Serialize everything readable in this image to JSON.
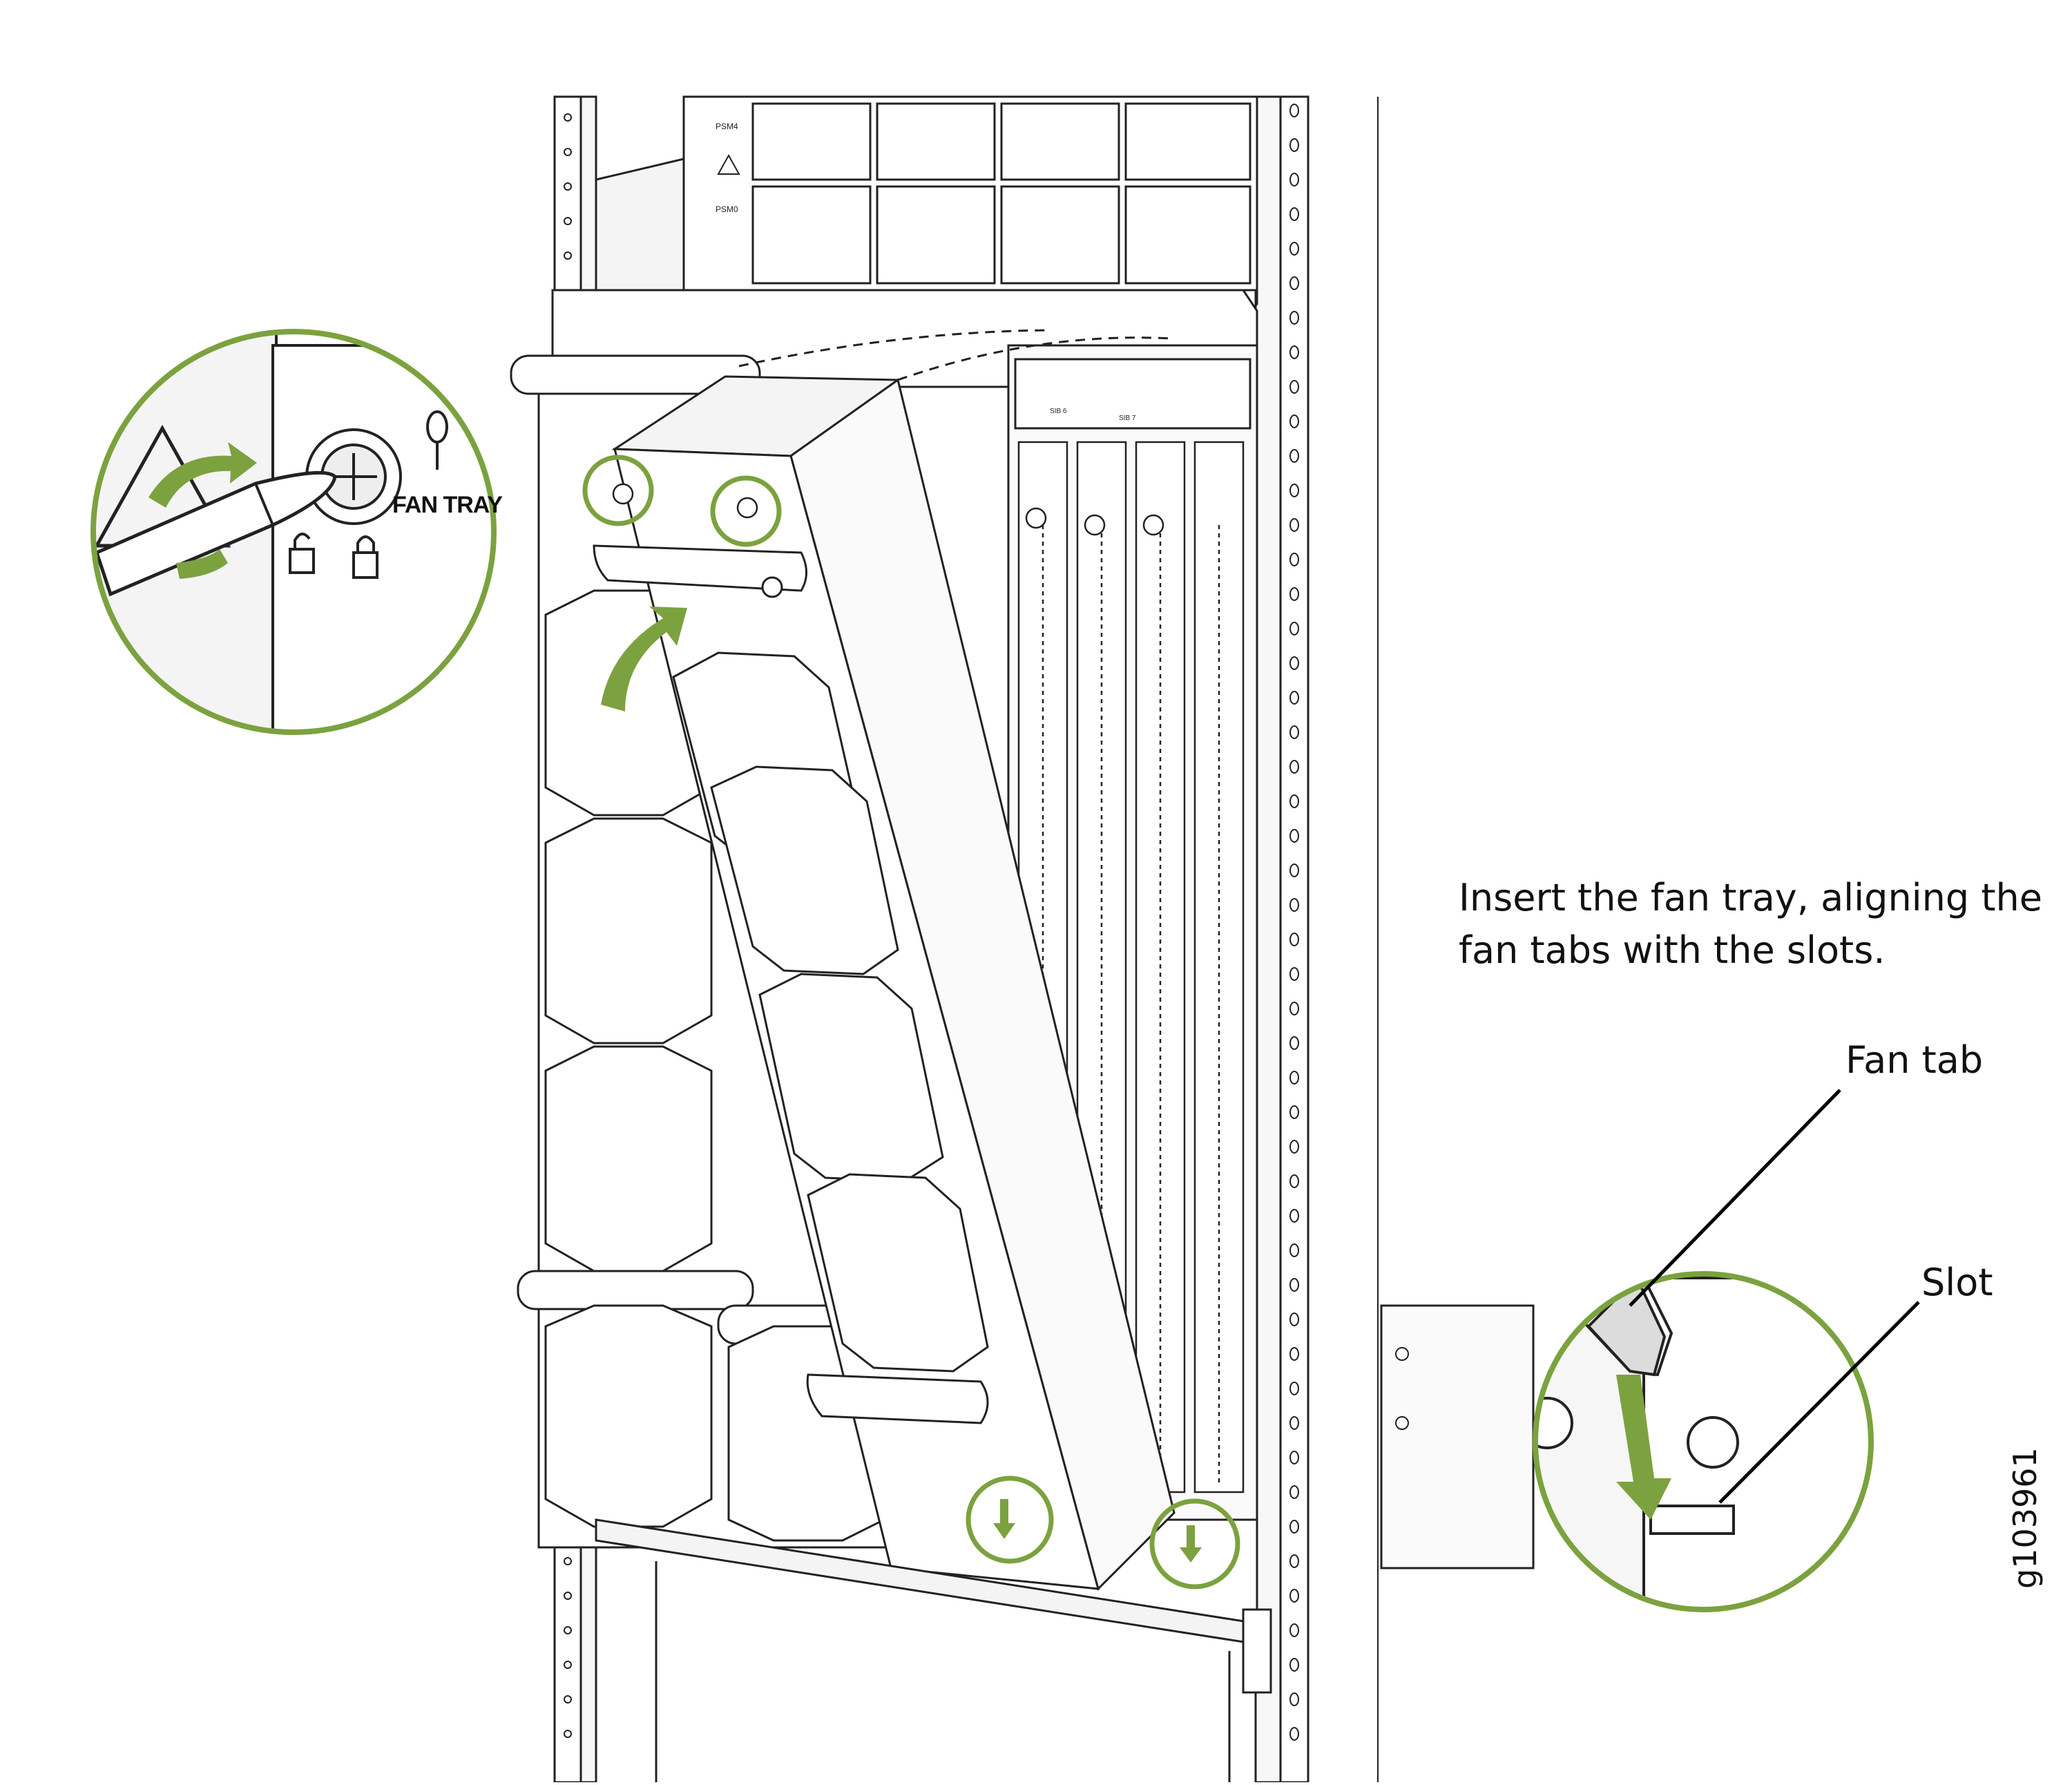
{
  "callout_text": {
    "instruction_line1": "Insert the fan tray, aligning the",
    "instruction_line2": "fan tabs with the slots.",
    "fan_tab": "Fan tab",
    "slot": "Slot",
    "figure_id": "g103961"
  },
  "panel_labels": {
    "fan_tray": "FAN TRAY",
    "psm4": "PSM4",
    "psm0": "PSM0",
    "sib6": "SIB 6",
    "sib7": "SIB 7"
  },
  "colors": {
    "accent_green": "#7ba23f",
    "line": "#222222",
    "fill_light": "#f4f4f4",
    "panel_fill": "#ffffff"
  },
  "icons": [
    "lock-icon",
    "unlock-icon",
    "warning-triangle-icon",
    "rotate-arrow-icon",
    "screwdriver-icon"
  ]
}
